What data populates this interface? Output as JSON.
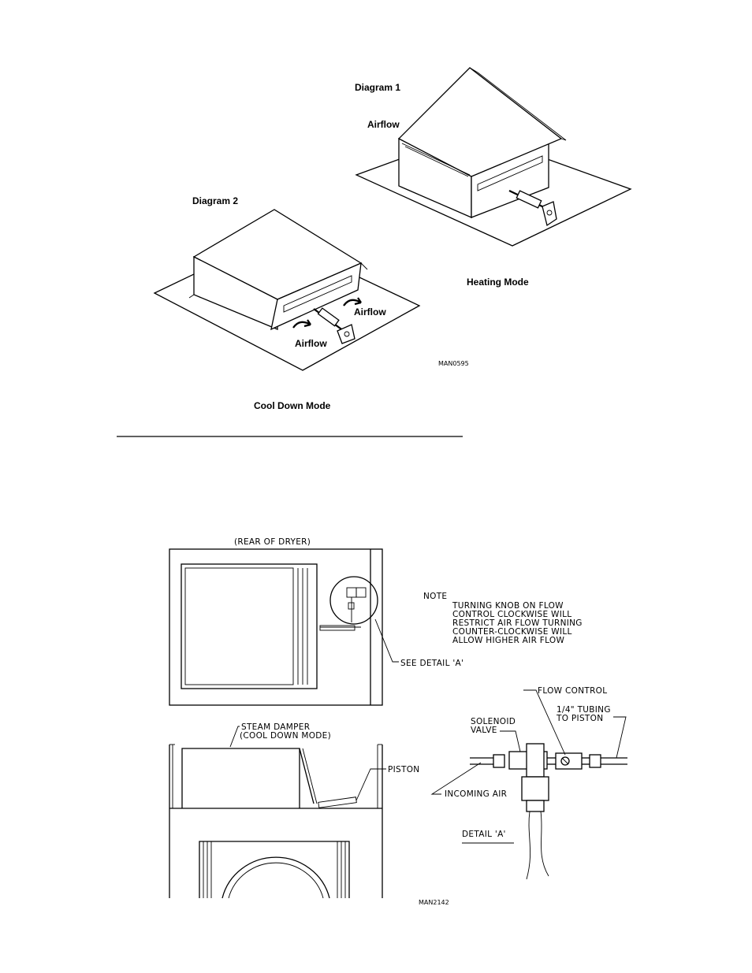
{
  "top_figure": {
    "diagram1_title": "Diagram  1",
    "diagram2_title": "Diagram  2",
    "airflow_label": "Airflow",
    "heating_mode_caption": "Heating  Mode",
    "cool_down_caption": "Cool  Down  Mode",
    "figure_id": "MAN0595"
  },
  "bottom_figure": {
    "rear_label": "(REAR OF DRYER)",
    "note_title": "NOTE",
    "note_lines": [
      "TURNING KNOB ON FLOW",
      "CONTROL CLOCKWISE WILL",
      "RESTRICT AIR FLOW TURNING",
      "COUNTER-CLOCKWISE WILL",
      "ALLOW HIGHER AIR FLOW"
    ],
    "see_detail": "SEE DETAIL 'A'",
    "steam_damper_line1": "STEAM DAMPER",
    "steam_damper_line2": "(COOL DOWN MODE)",
    "piston": "PISTON",
    "flow_control": "FLOW CONTROL",
    "tubing_line1": "1/4\" TUBING",
    "tubing_line2": "TO PISTON",
    "solenoid_line1": "SOLENOID",
    "solenoid_line2": "VALVE",
    "incoming_air": "INCOMING AIR",
    "detail_label": "DETAIL 'A'",
    "figure_id": "MAN2142"
  }
}
